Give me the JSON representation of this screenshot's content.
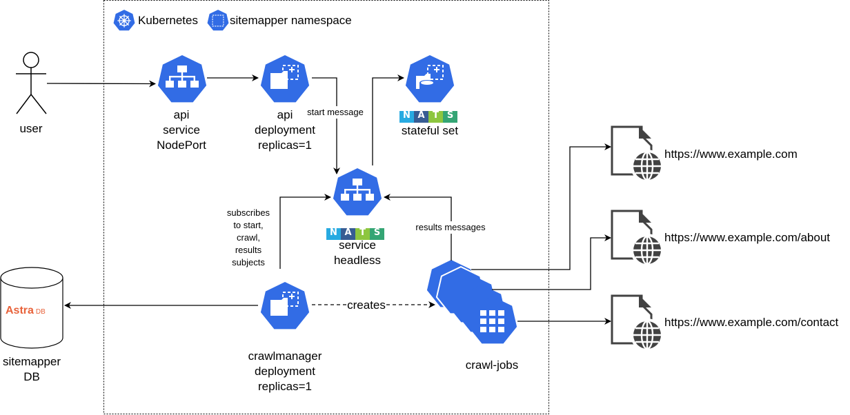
{
  "header": {
    "kubernetes_label": "Kubernetes",
    "namespace_label": "sitemapper namespace"
  },
  "nodes": {
    "user": "user",
    "api_service": "api\nservice\nNodePort",
    "api_deployment": "api\ndeployment\nreplicas=1",
    "nats_statefulset": "stateful set",
    "nats_service": "service\nheadless",
    "crawlmanager": "crawlmanager\ndeployment\nreplicas=1",
    "crawl_jobs": "crawl-jobs",
    "database": "sitemapper\nDB"
  },
  "logos": {
    "nats": [
      "N",
      "A",
      "T",
      "S"
    ],
    "astra_word": "Astra",
    "astra_db": "DB"
  },
  "edges": {
    "start_message": "start message",
    "subscribes": "subscribes\nto start,\ncrawl,\nresults\nsubjects",
    "results_messages": "results messages",
    "creates": "creates"
  },
  "sites": [
    "https://www.example.com",
    "https://www.example.com/about",
    "https://www.example.com/contact"
  ],
  "colors": {
    "k8s_blue": "#326ce5",
    "nats_cyan": "#27aae1",
    "nats_navy": "#375c93",
    "nats_green": "#8dc63f",
    "nats_teal": "#34a574",
    "astra_orange": "#e8623a",
    "icon_gray": "#424242"
  }
}
